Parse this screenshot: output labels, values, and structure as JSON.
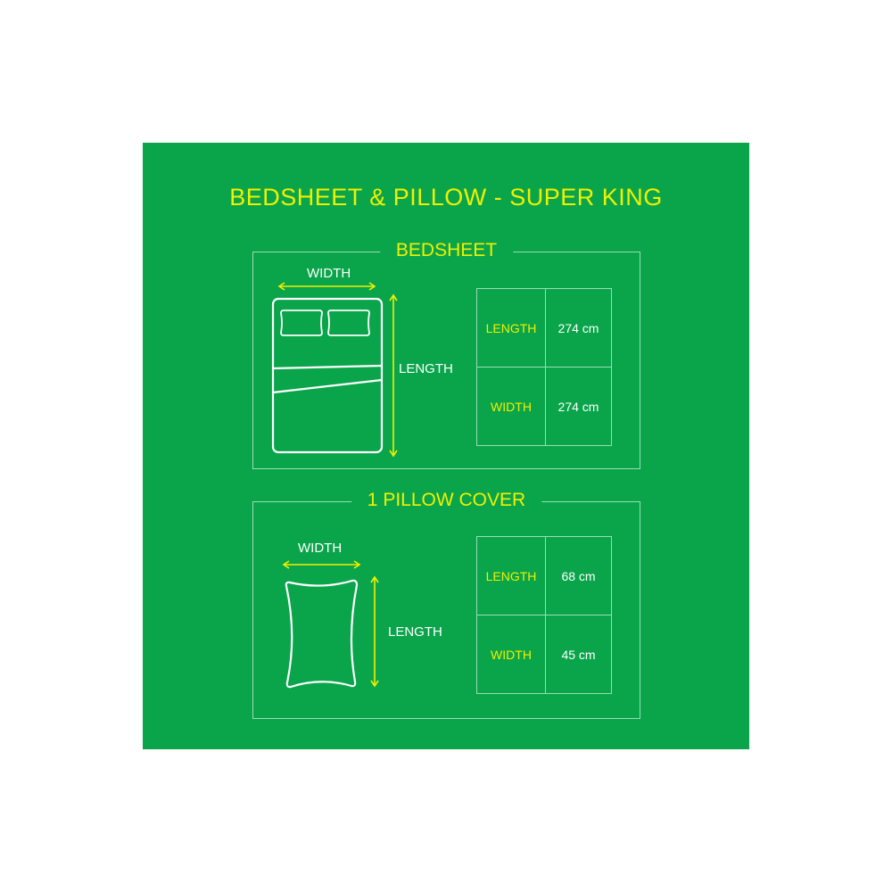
{
  "title": "BEDSHEET & PILLOW - SUPER KING",
  "colors": {
    "panel": "#0aa54b",
    "accent": "#f0f000",
    "line": "#ffffff"
  },
  "bedsheet": {
    "heading": "BEDSHEET",
    "icon": "bed-icon",
    "width_label": "WIDTH",
    "length_label": "LENGTH",
    "specs": [
      {
        "key": "LENGTH",
        "value": "274 cm"
      },
      {
        "key": "WIDTH",
        "value": "274 cm"
      }
    ]
  },
  "pillow": {
    "heading": "1 PILLOW COVER",
    "icon": "pillow-icon",
    "width_label": "WIDTH",
    "length_label": "LENGTH",
    "specs": [
      {
        "key": "LENGTH",
        "value": "68 cm"
      },
      {
        "key": "WIDTH",
        "value": "45 cm"
      }
    ]
  }
}
